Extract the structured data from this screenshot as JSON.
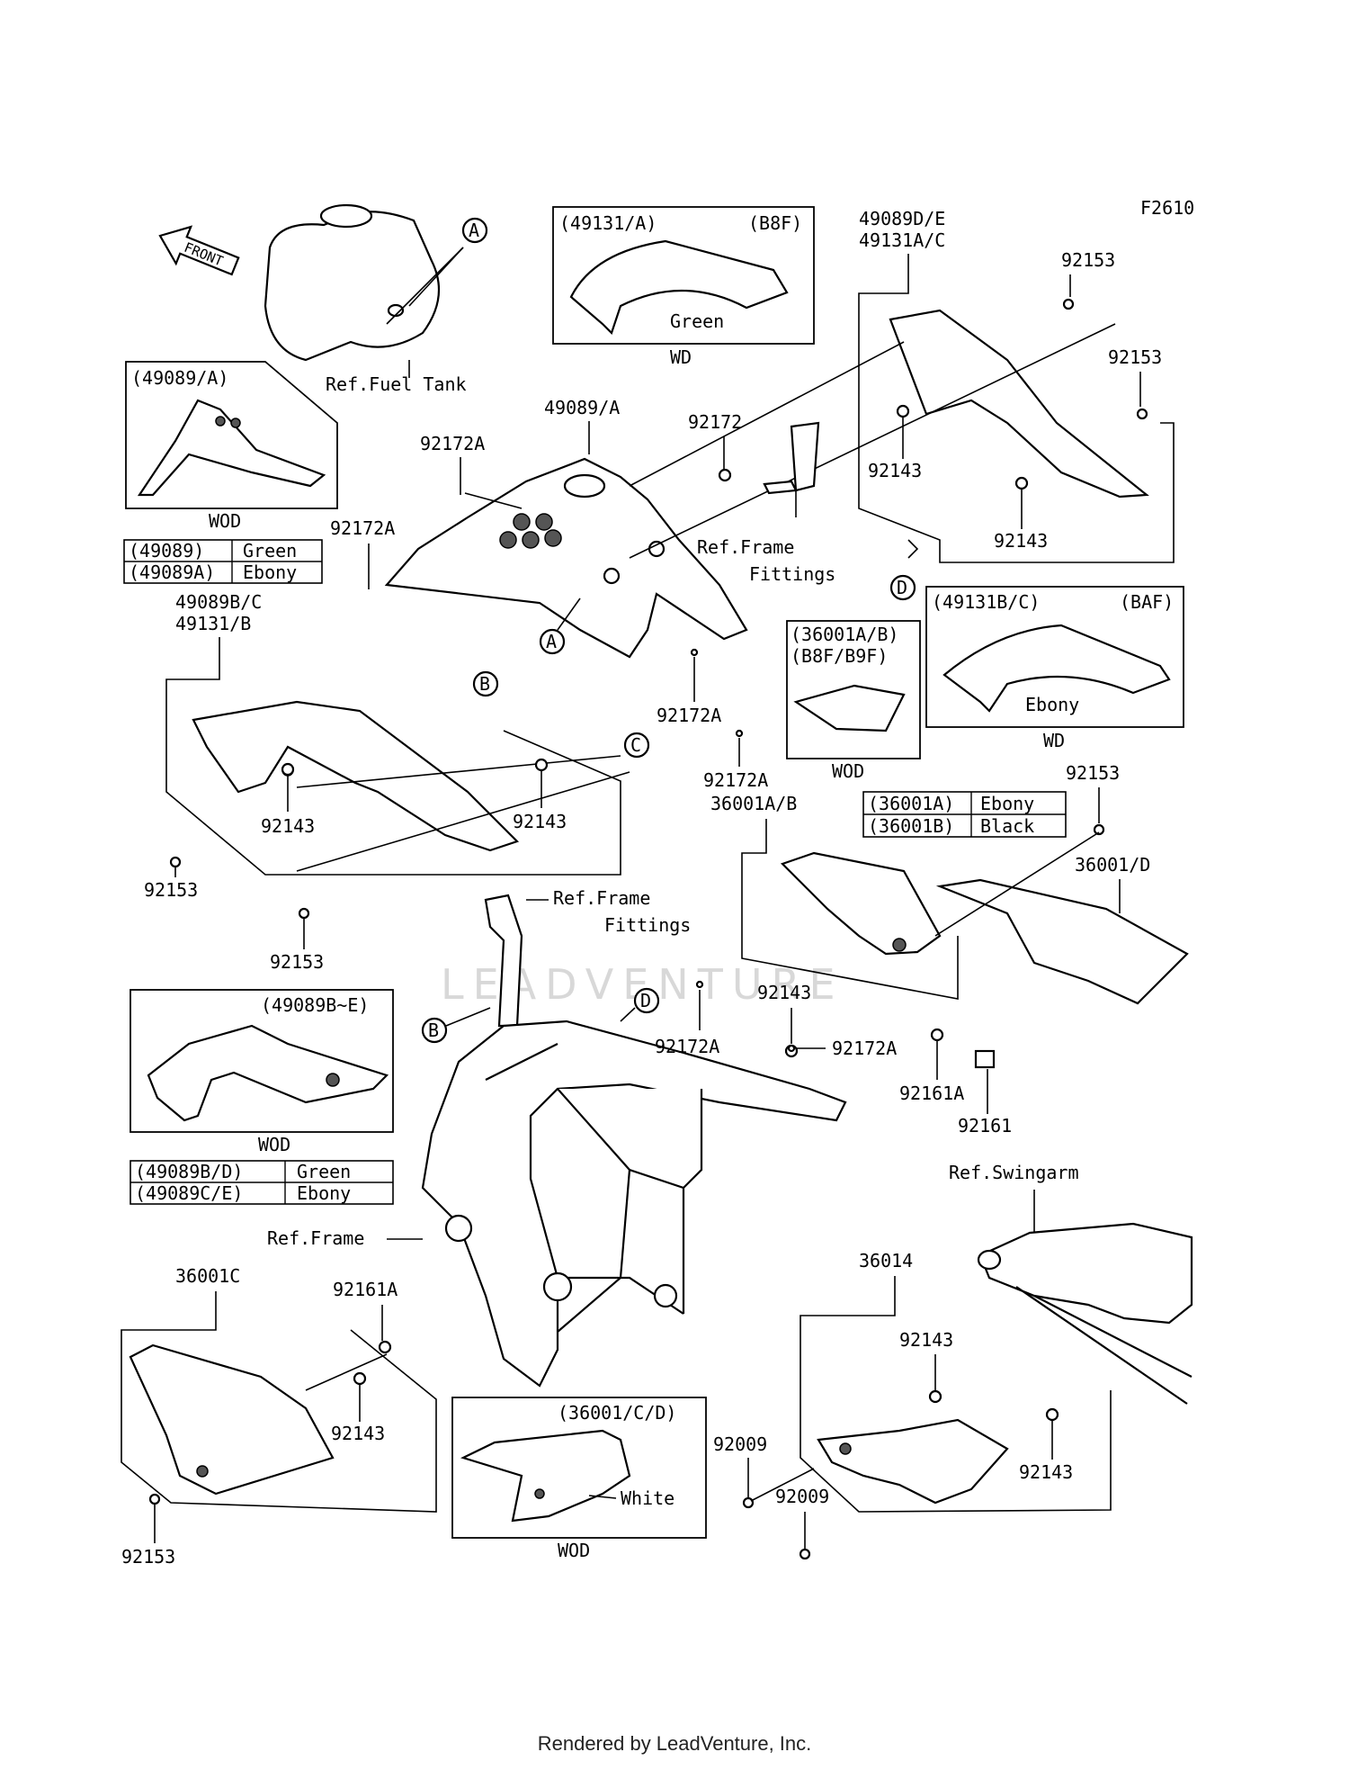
{
  "figure_code": "F2610",
  "front_label": "FRONT",
  "watermark": "LEADVENTURE",
  "footer": "Rendered by LeadVenture, Inc.",
  "callouts": {
    "a": "A",
    "b": "B",
    "c": "C",
    "d": "D"
  },
  "refs": {
    "fuel_tank": "Ref.Fuel Tank",
    "frame_fittings_1": "Ref.Frame",
    "frame_fittings_1b": "Fittings",
    "frame_fittings_2": "Ref.Frame",
    "frame_fittings_2b": "Fittings",
    "frame": "Ref.Frame",
    "swingarm": "Ref.Swingarm"
  },
  "insets": {
    "i49131a": {
      "title": "(49131/A)",
      "code": "(B8F)",
      "color": "Green",
      "variant": "WD"
    },
    "i49089a": {
      "title": "(49089/A)",
      "variant": "WOD"
    },
    "i36001ab": {
      "title": "(36001A/B)",
      "code": "(B8F/B9F)",
      "variant": "WOD"
    },
    "i49131bc": {
      "title": "(49131B/C)",
      "code": "(BAF)",
      "color": "Ebony",
      "variant": "WD"
    },
    "i49089be": {
      "title": "(49089B~E)",
      "variant": "WOD"
    },
    "i36001cd": {
      "title": "(36001/C/D)",
      "color": "White",
      "variant": "WOD"
    }
  },
  "tables": {
    "t49089": [
      [
        "(49089)",
        "Green"
      ],
      [
        "(49089A)",
        "Ebony"
      ]
    ],
    "t36001": [
      [
        "(36001A)",
        "Ebony"
      ],
      [
        "(36001B)",
        "Black"
      ]
    ],
    "t49089bd": [
      [
        "(49089B/D)",
        "Green"
      ],
      [
        "(49089C/E)",
        "Ebony"
      ]
    ]
  },
  "parts": {
    "p49089de": "49089D/E",
    "p49131ac": "49131A/C",
    "p92153_a": "92153",
    "p92153_b": "92153",
    "p92143_a": "92143",
    "p92143_b": "92143",
    "p49089a": "49089/A",
    "p92172": "92172",
    "p92172a_1": "92172A",
    "p92172a_2": "92172A",
    "p49089bc": "49089B/C",
    "p49131b": "49131/B",
    "p92143_c": "92143",
    "p92143_d": "92143",
    "p92153_c": "92153",
    "p92153_d": "92153",
    "p92172a_3": "92172A",
    "p92172a_4": "92172A",
    "p36001ab": "36001A/B",
    "p92153_e": "92153",
    "p36001d": "36001/D",
    "p92143_e": "92143",
    "p92172a_5": "92172A",
    "p92172a_6": "92172A",
    "p92161a_1": "92161A",
    "p92161": "92161",
    "p36001c": "36001C",
    "p92161a_2": "92161A",
    "p92143_f": "92143",
    "p92153_f": "92153",
    "p36014": "36014",
    "p92143_g": "92143",
    "p92143_h": "92143",
    "p92009_a": "92009",
    "p92009_b": "92009"
  }
}
